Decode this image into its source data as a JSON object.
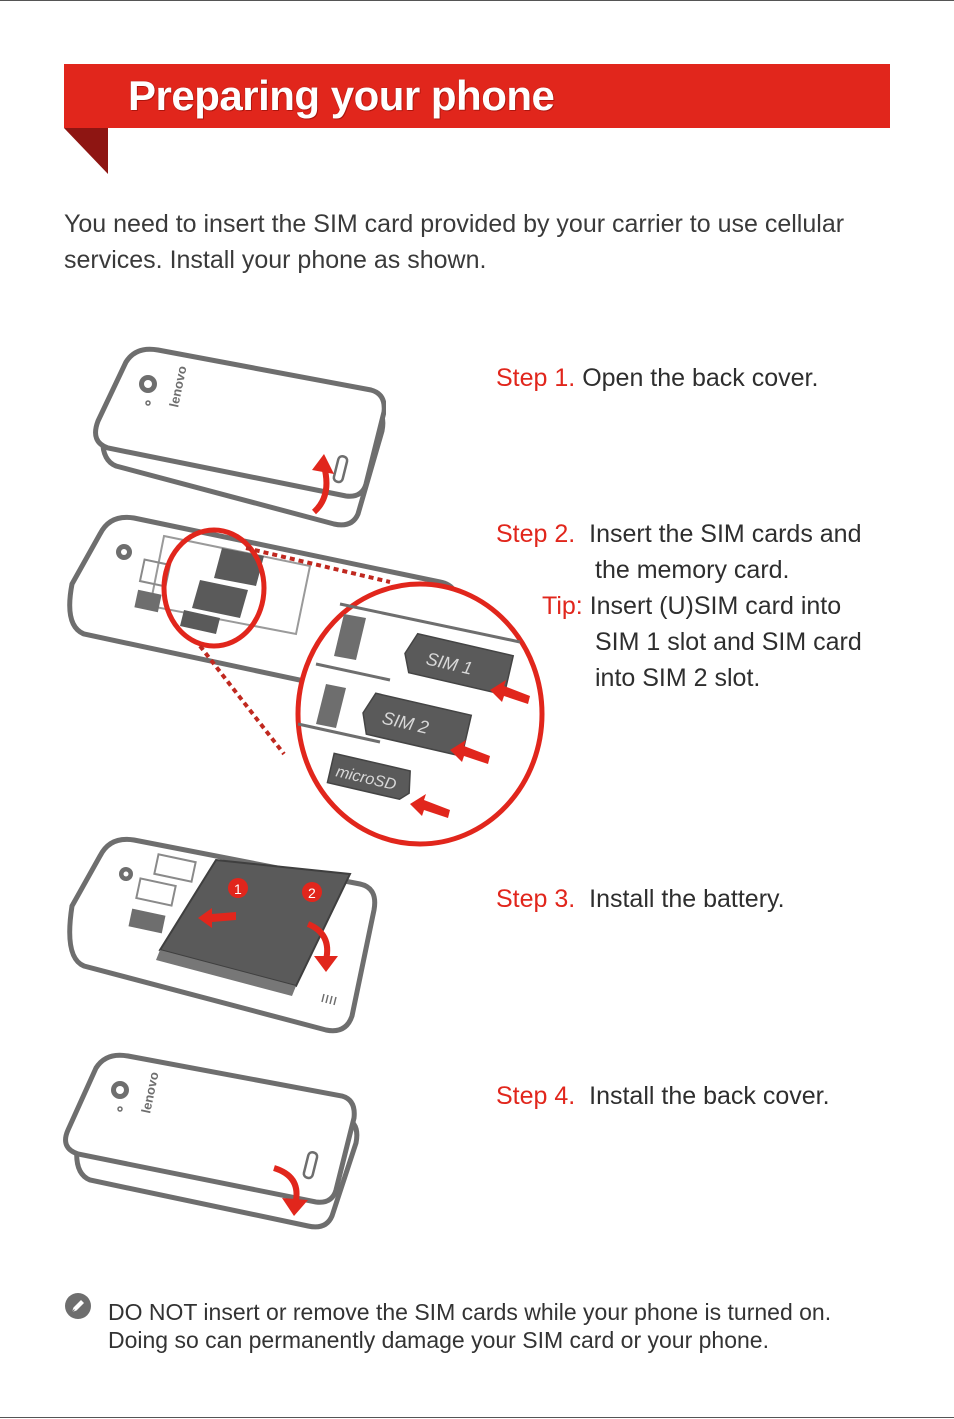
{
  "header": {
    "title": "Preparing your phone"
  },
  "intro": {
    "line1": "You need to insert the SIM card provided by your carrier to use cellular",
    "line2": "services. Install your phone as shown."
  },
  "steps": [
    {
      "label": "Step 1.",
      "text": "Open the back cover."
    },
    {
      "label": "Step 2.",
      "text_line1": "Insert the SIM cards and",
      "text_line2": "the memory card."
    },
    {
      "label": "Step 3.",
      "text": "Install the battery."
    },
    {
      "label": "Step 4.",
      "text": "Install the back cover."
    }
  ],
  "tip": {
    "label": "Tip:",
    "line1": "Insert (U)SIM card into",
    "line2": "SIM 1 slot and SIM card",
    "line3": "into SIM 2 slot."
  },
  "illustration": {
    "brand": "lenovo",
    "slot_sim1": "SIM 1",
    "slot_sim2": "SIM 2",
    "slot_microsd": "microSD",
    "battery_marker_1": "1",
    "battery_marker_2": "2"
  },
  "note": {
    "icon": "pencil-icon",
    "line1": "DO NOT insert or remove the SIM cards while your phone is turned on.",
    "line2": "Doing so can permanently damage your SIM card or your phone."
  },
  "colors": {
    "accent": "#e1261c",
    "text": "#3a3a3a",
    "device_gray": "#6e6e6e",
    "card_gray": "#5a5a5a"
  }
}
